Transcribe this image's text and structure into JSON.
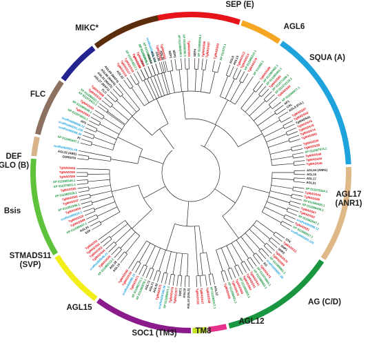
{
  "figure": {
    "background": "#ffffff",
    "clades": [
      {
        "name": "SEP (E)",
        "color": "#e8141b",
        "start": -28,
        "end": 18
      },
      {
        "name": "AGL6",
        "color": "#f5a623",
        "start": 18.8,
        "end": 34
      },
      {
        "name": "SQUA (A)",
        "color": "#1fa3dc",
        "start": 35,
        "end": 87
      },
      {
        "name": "AGL17 (ANR1)",
        "color": "#deb887",
        "start": 88,
        "end": 123
      },
      {
        "name": "AG (C/D)",
        "color": "#1a9641",
        "start": 124,
        "end": 166
      },
      {
        "name": "AGL12",
        "color": "#e6318b",
        "start": 167,
        "end": 173.5
      },
      {
        "name": "TM8",
        "color": "#c7e01f",
        "start": 174.2,
        "end": 179.4
      },
      {
        "name": "SOC1 (TM3)",
        "color": "#8b1a8b",
        "start": 180,
        "end": 216
      },
      {
        "name": "AGL15",
        "color": "#f2ee1a",
        "start": 217,
        "end": 238
      },
      {
        "name": "STMADS11 (SVP)",
        "color": "#5ec23a",
        "start": 239,
        "end": 275
      },
      {
        "name": "Bsis",
        "color": "#d9b38c",
        "start": 276,
        "end": 283
      },
      {
        "name": "DEF GLO (B)",
        "color": "#8c7060",
        "start": 284,
        "end": 305
      },
      {
        "name": "FLC",
        "color": "#23238f",
        "start": 306,
        "end": 322
      },
      {
        "name": "MIKC*",
        "color": "#5a2d0c",
        "start": 323,
        "end": 348
      }
    ],
    "leaf_colors": {
      "red": "#e8141b",
      "green": "#1a9641",
      "blue": "#1fa3dc",
      "black": "#111111"
    },
    "leaves": [
      {
        "angle": -26,
        "text": "TgMADS98",
        "color": "red"
      },
      {
        "angle": -24,
        "text": "SEP3",
        "color": "black"
      },
      {
        "angle": -22,
        "text": "XP 011080045.1",
        "color": "green"
      },
      {
        "angle": -20,
        "text": "XP 011080046.1",
        "color": "green"
      },
      {
        "angle": -18,
        "text": "scaffold00065.123",
        "color": "blue"
      },
      {
        "angle": -15,
        "text": "TgMADS83",
        "color": "red"
      },
      {
        "angle": -13,
        "text": "TgMADS82",
        "color": "red"
      },
      {
        "angle": -10,
        "text": "SEP1",
        "color": "black"
      },
      {
        "angle": -8,
        "text": "SEP2",
        "color": "black"
      },
      {
        "angle": -5,
        "text": "XP 011080048.1",
        "color": "green"
      },
      {
        "angle": -3,
        "text": "XP 011080050.1",
        "color": "green"
      },
      {
        "angle": -1,
        "text": "TgMADS93",
        "color": "red"
      },
      {
        "angle": 2,
        "text": "SEP4",
        "color": "black"
      },
      {
        "angle": 4,
        "text": "XP 011089094.1",
        "color": "green"
      },
      {
        "angle": 6,
        "text": "TgMADS96",
        "color": "red"
      },
      {
        "angle": 8,
        "text": "TgMADS97",
        "color": "red"
      },
      {
        "angle": 12,
        "text": "TgMADS93",
        "color": "red"
      },
      {
        "angle": 15,
        "text": "XP 011072.1",
        "color": "green"
      },
      {
        "angle": 20,
        "text": "AGL6",
        "color": "black"
      },
      {
        "angle": 22,
        "text": "AGL13",
        "color": "black"
      },
      {
        "angle": 24,
        "text": "TgMADS12",
        "color": "red"
      },
      {
        "angle": 26,
        "text": "TgMADS14",
        "color": "red"
      },
      {
        "angle": 28,
        "text": "XP 011088213.1",
        "color": "green"
      },
      {
        "angle": 30,
        "text": "TgMADS79",
        "color": "red"
      },
      {
        "angle": 33,
        "text": "XP 011082.1",
        "color": "green"
      },
      {
        "angle": 37,
        "text": "TgMADS89",
        "color": "red"
      },
      {
        "angle": 39,
        "text": "XP 011080462.1",
        "color": "green"
      },
      {
        "angle": 41,
        "text": "XP 011080463.1",
        "color": "green"
      },
      {
        "angle": 43,
        "text": "TgMADS85",
        "color": "red"
      },
      {
        "angle": 45,
        "text": "XP 011071289.1",
        "color": "green"
      },
      {
        "angle": 47,
        "text": "XP 011072123.1",
        "color": "green"
      },
      {
        "angle": 49,
        "text": "TgMADS84",
        "color": "red"
      },
      {
        "angle": 52,
        "text": "XP 011066977.1",
        "color": "green"
      },
      {
        "angle": 54,
        "text": "AP1",
        "color": "black"
      },
      {
        "angle": 56,
        "text": "CAL",
        "color": "black"
      },
      {
        "angle": 58,
        "text": "AGL8 (FUL)",
        "color": "black"
      },
      {
        "angle": 61,
        "text": "TgMADS87",
        "color": "red"
      },
      {
        "angle": 63,
        "text": "TgMADS42",
        "color": "red"
      },
      {
        "angle": 65,
        "text": "TgMADS41",
        "color": "black"
      },
      {
        "angle": 67,
        "text": "TgMADS76",
        "color": "red"
      },
      {
        "angle": 69,
        "text": "TgMADS75",
        "color": "red"
      },
      {
        "angle": 71,
        "text": "TgMADS74",
        "color": "red"
      },
      {
        "angle": 73,
        "text": "TgMADS83",
        "color": "red"
      },
      {
        "angle": 76,
        "text": "TgMADS30",
        "color": "red"
      },
      {
        "angle": 78,
        "text": "TgMADS28",
        "color": "red"
      },
      {
        "angle": 80,
        "text": "XP 011087974.1",
        "color": "green"
      },
      {
        "angle": 82,
        "text": "TgMADS49",
        "color": "red"
      },
      {
        "angle": 84,
        "text": "TgMADS48",
        "color": "red"
      },
      {
        "angle": 86,
        "text": "TgMADS46",
        "color": "red"
      },
      {
        "angle": 89,
        "text": "AGL44 (ANR1)",
        "color": "black"
      },
      {
        "angle": 91,
        "text": "AGL16",
        "color": "black"
      },
      {
        "angle": 93,
        "text": "AGL17",
        "color": "black"
      },
      {
        "angle": 95,
        "text": "AGL21",
        "color": "black"
      },
      {
        "angle": 98,
        "text": "XP 011078344.1",
        "color": "green"
      },
      {
        "angle": 100,
        "text": "TgMADS44",
        "color": "red"
      },
      {
        "angle": 102,
        "text": "TgMADS80",
        "color": "red"
      },
      {
        "angle": 104,
        "text": "XP 011086455.1",
        "color": "green"
      },
      {
        "angle": 106,
        "text": "XP 011088490.1",
        "color": "green"
      },
      {
        "angle": 108,
        "text": "TgMADS67",
        "color": "red"
      },
      {
        "angle": 110,
        "text": "TgMADS82",
        "color": "red"
      },
      {
        "angle": 112,
        "text": "XP 011082947.1",
        "color": "green"
      },
      {
        "angle": 114,
        "text": "scaffold00009.12",
        "color": "blue"
      },
      {
        "angle": 116,
        "text": "TgMADS81",
        "color": "red"
      },
      {
        "angle": 118,
        "text": "XP 011089917.1",
        "color": "green"
      },
      {
        "angle": 120,
        "text": "scaffold00003.125",
        "color": "blue"
      },
      {
        "angle": 125,
        "text": "STK",
        "color": "black"
      },
      {
        "angle": 127,
        "text": "TgMADS13",
        "color": "red"
      },
      {
        "angle": 129,
        "text": "SHP1",
        "color": "black"
      },
      {
        "angle": 131,
        "text": "SHP2",
        "color": "black"
      },
      {
        "angle": 133,
        "text": "TgMADS70",
        "color": "red"
      },
      {
        "angle": 135,
        "text": "TgMADS69",
        "color": "red"
      },
      {
        "angle": 137,
        "text": "XP 011089961.1",
        "color": "green"
      },
      {
        "angle": 139,
        "text": "scaffold00087.28",
        "color": "blue"
      },
      {
        "angle": 141,
        "text": "AG",
        "color": "black"
      },
      {
        "angle": 143,
        "text": "TgMADS73",
        "color": "red"
      },
      {
        "angle": 145,
        "text": "XP 011070864.1",
        "color": "green"
      },
      {
        "angle": 147,
        "text": "XP 011089683.1",
        "color": "green"
      },
      {
        "angle": 149,
        "text": "TgMADS41",
        "color": "red"
      },
      {
        "angle": 151,
        "text": "TgMADS61",
        "color": "red"
      },
      {
        "angle": 153,
        "text": "TgMADS64",
        "color": "red"
      },
      {
        "angle": 155,
        "text": "XP 011083855.1",
        "color": "green"
      },
      {
        "angle": 157,
        "text": "TgMADS65",
        "color": "red"
      },
      {
        "angle": 159,
        "text": "TgMADS72",
        "color": "red"
      },
      {
        "angle": 161,
        "text": "XP 011086821.1",
        "color": "green"
      },
      {
        "angle": 163,
        "text": "TgMADS68",
        "color": "red"
      },
      {
        "angle": 168,
        "text": "AGL12",
        "color": "black"
      },
      {
        "angle": 170,
        "text": "XP 011082017.1",
        "color": "green"
      },
      {
        "angle": 172,
        "text": "TgMADS38",
        "color": "red"
      },
      {
        "angle": 175,
        "text": "TgMADS37",
        "color": "red"
      },
      {
        "angle": 177,
        "text": "TgMADS36",
        "color": "red"
      },
      {
        "angle": 181,
        "text": "AGL14 (XAL2)",
        "color": "black"
      },
      {
        "angle": 183,
        "text": "AGL19",
        "color": "black"
      },
      {
        "angle": 185,
        "text": "SOC1",
        "color": "black"
      },
      {
        "angle": 187,
        "text": "TgMADS77",
        "color": "red"
      },
      {
        "angle": 189,
        "text": "TgMADS78",
        "color": "red"
      },
      {
        "angle": 191,
        "text": "XP 011085871.1",
        "color": "green"
      },
      {
        "angle": 193,
        "text": "scaffold00190.30",
        "color": "blue"
      },
      {
        "angle": 195,
        "text": "TgMADS71",
        "color": "red"
      },
      {
        "angle": 197,
        "text": "AGL42",
        "color": "black"
      },
      {
        "angle": 199,
        "text": "AGL71",
        "color": "black"
      },
      {
        "angle": 201,
        "text": "AGL72",
        "color": "black"
      },
      {
        "angle": 203,
        "text": "XP 011080878.1",
        "color": "green"
      },
      {
        "angle": 205,
        "text": "XP 011082711.1",
        "color": "green"
      },
      {
        "angle": 207,
        "text": "TgMADS71",
        "color": "red"
      },
      {
        "angle": 209,
        "text": "scaffold00096.15",
        "color": "blue"
      },
      {
        "angle": 211,
        "text": "TgMADS10",
        "color": "red"
      },
      {
        "angle": 213,
        "text": "TgMADS60",
        "color": "red"
      },
      {
        "angle": 218,
        "text": "AGL15",
        "color": "black"
      },
      {
        "angle": 220,
        "text": "AGL18",
        "color": "black"
      },
      {
        "angle": 222,
        "text": "XP 011080112.1",
        "color": "green"
      },
      {
        "angle": 224,
        "text": "TgMADS35",
        "color": "red"
      },
      {
        "angle": 226,
        "text": "scaffold00049.21",
        "color": "blue"
      },
      {
        "angle": 228,
        "text": "TgMADS34",
        "color": "red"
      },
      {
        "angle": 230,
        "text": "TgMADS52",
        "color": "red"
      },
      {
        "angle": 232,
        "text": "TgMADS55",
        "color": "red"
      },
      {
        "angle": 234,
        "text": "TgMADS5",
        "color": "red"
      },
      {
        "angle": 240,
        "text": "SVP",
        "color": "black"
      },
      {
        "angle": 242,
        "text": "AGL24",
        "color": "black"
      },
      {
        "angle": 244,
        "text": "XP 011085547.1",
        "color": "green"
      },
      {
        "angle": 246,
        "text": "TgMADS89",
        "color": "red"
      },
      {
        "angle": 248,
        "text": "TgMADS29",
        "color": "red"
      },
      {
        "angle": 250,
        "text": "scaffold00016.1",
        "color": "blue"
      },
      {
        "angle": 252,
        "text": "TgMADS54",
        "color": "red"
      },
      {
        "angle": 254,
        "text": "XP 011091548.1",
        "color": "green"
      },
      {
        "angle": 256,
        "text": "TgMADS47",
        "color": "red"
      },
      {
        "angle": 258,
        "text": "TgMADS56",
        "color": "red"
      },
      {
        "angle": 260,
        "text": "XP 011082018.1",
        "color": "green"
      },
      {
        "angle": 262,
        "text": "TgMADS55",
        "color": "red"
      },
      {
        "angle": 264,
        "text": "XP 011070851.1",
        "color": "green"
      },
      {
        "angle": 266,
        "text": "XP 011085545.1",
        "color": "green"
      },
      {
        "angle": 268,
        "text": "TgMADS59",
        "color": "red"
      },
      {
        "angle": 270,
        "text": "TgMADS50",
        "color": "red"
      },
      {
        "angle": 272,
        "text": "TgMADS58",
        "color": "red"
      },
      {
        "angle": 277,
        "text": "GORDITA",
        "color": "black"
      },
      {
        "angle": 279,
        "text": "AGL32 (ABS)",
        "color": "black"
      },
      {
        "angle": 281,
        "text": "scaffold00051.49",
        "color": "blue"
      },
      {
        "angle": 285,
        "text": "XP 011081947.1",
        "color": "green"
      },
      {
        "angle": 287,
        "text": "PI",
        "color": "black"
      },
      {
        "angle": 289,
        "text": "scaffold00006.45",
        "color": "blue"
      },
      {
        "angle": 291,
        "text": "scaffold00001.235",
        "color": "blue"
      },
      {
        "angle": 293,
        "text": "scaffold00068.12",
        "color": "blue"
      },
      {
        "angle": 295,
        "text": "AP3",
        "color": "black"
      },
      {
        "angle": 297,
        "text": "XP 011074633.1",
        "color": "green"
      },
      {
        "angle": 299,
        "text": "TgMADS63",
        "color": "red"
      },
      {
        "angle": 301,
        "text": "XP 011085649.1",
        "color": "green"
      },
      {
        "angle": 303,
        "text": "TgMADS91",
        "color": "red"
      },
      {
        "angle": 305.5,
        "text": "XP 011072411.1",
        "color": "green"
      },
      {
        "angle": 307,
        "text": "XP 011086021.1",
        "color": "green"
      },
      {
        "angle": 309,
        "text": "TgMADS18",
        "color": "red"
      },
      {
        "angle": 311,
        "text": "TgMADS88",
        "color": "red"
      },
      {
        "angle": 313,
        "text": "FLC",
        "color": "black"
      },
      {
        "angle": 315,
        "text": "AGL27 (MAF1)",
        "color": "black"
      },
      {
        "angle": 317,
        "text": "AGL31 (MAF2)",
        "color": "black"
      },
      {
        "angle": 319,
        "text": "AGL68 (MAF5)",
        "color": "black"
      },
      {
        "angle": 321,
        "text": "AGL69 (MAF4)",
        "color": "black"
      },
      {
        "angle": 324,
        "text": "AGL33",
        "color": "black"
      },
      {
        "angle": 326,
        "text": "TgMADS16",
        "color": "red"
      },
      {
        "angle": 328,
        "text": "TgMADS17",
        "color": "red"
      },
      {
        "angle": 330,
        "text": "TgMADS18",
        "color": "red"
      },
      {
        "angle": 332,
        "text": "XP 011074917.1",
        "color": "green"
      },
      {
        "angle": 334,
        "text": "TgMADS19",
        "color": "red"
      },
      {
        "angle": 336,
        "text": "TgMADS20",
        "color": "red"
      },
      {
        "angle": 338,
        "text": "XP 011089741.1",
        "color": "green"
      },
      {
        "angle": 340,
        "text": "AGL94",
        "color": "black"
      },
      {
        "angle": 342,
        "text": "AGL104",
        "color": "black"
      },
      {
        "angle": 344,
        "text": "AGL66",
        "color": "black"
      },
      {
        "angle": 346,
        "text": "AGL30",
        "color": "black"
      }
    ]
  }
}
